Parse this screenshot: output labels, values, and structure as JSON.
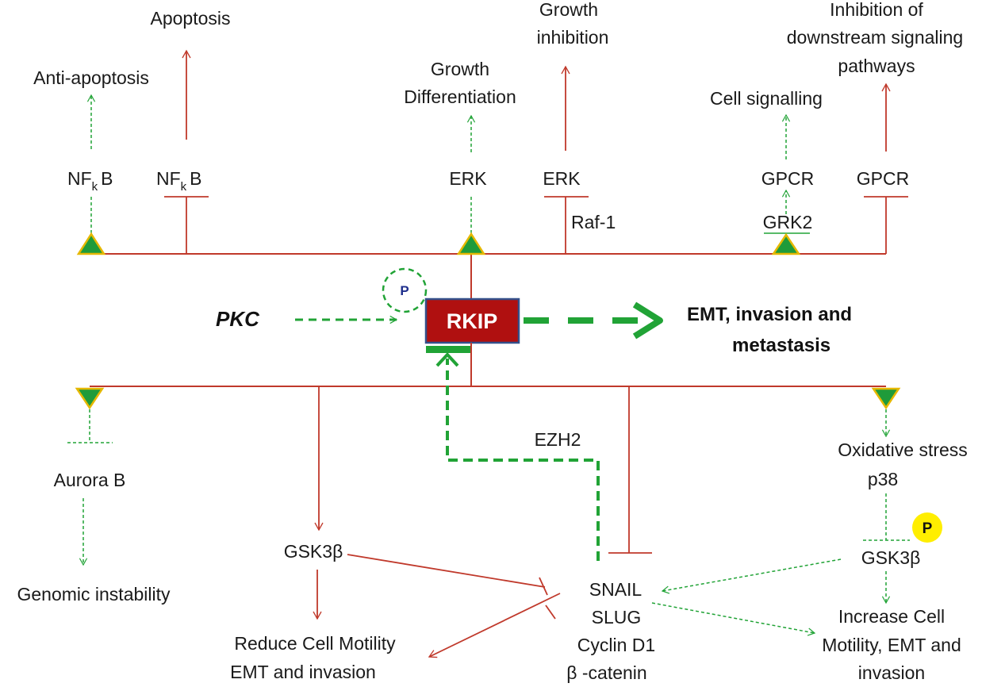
{
  "colors": {
    "inhibit": "#c0392b",
    "activate": "#21a336",
    "rkip_fill": "#b01010",
    "triangle_fill": "#1f9b3a",
    "triangle_border": "#e6b800",
    "phospho_yellow": "#ffee00"
  },
  "top": {
    "anti_apoptosis": "Anti-apoptosis",
    "apoptosis": "Apoptosis",
    "growth_differentiation_1": "Growth",
    "growth_differentiation_2": "Differentiation",
    "growth_inhibition_1": "Growth",
    "growth_inhibition_2": "inhibition",
    "cell_signalling": "Cell signalling",
    "inhibition_downstream_1": "Inhibition of",
    "inhibition_downstream_2": "downstream signaling",
    "inhibition_downstream_3": "pathways",
    "nfkb_left_main": "NF",
    "nfkb_left_sub": "k",
    "nfkb_left_tail": "B",
    "nfkb_right_main": "NF",
    "nfkb_right_sub": "k",
    "nfkb_right_tail": "B",
    "erk_left": "ERK",
    "erk_right": "ERK",
    "raf1": "Raf-1",
    "gpcr_left": "GPCR",
    "gpcr_right": "GPCR",
    "grk2": "GRK2"
  },
  "center": {
    "pkc": "PKC",
    "phospho": "P",
    "rkip": "RKIP",
    "emt_1": "EMT, invasion and",
    "emt_2": "metastasis"
  },
  "bottom": {
    "aurora_b": "Aurora B",
    "genomic_instability": "Genomic instability",
    "gsk3b_left": "GSK3β",
    "reduce_motility_1": "Reduce Cell Motility",
    "reduce_motility_2": "EMT and invasion",
    "ezh2": "EZH2",
    "snail": "SNAIL",
    "slug": "SLUG",
    "cyclin_d1": "Cyclin D1",
    "beta_catenin": "β -catenin",
    "oxidative_stress": "Oxidative stress",
    "p38": "p38",
    "phospho_yellow": "P",
    "gsk3b_right": "GSK3β",
    "increase_motility_1": "Increase Cell",
    "increase_motility_2": "Motility, EMT and",
    "increase_motility_3": "invasion"
  }
}
